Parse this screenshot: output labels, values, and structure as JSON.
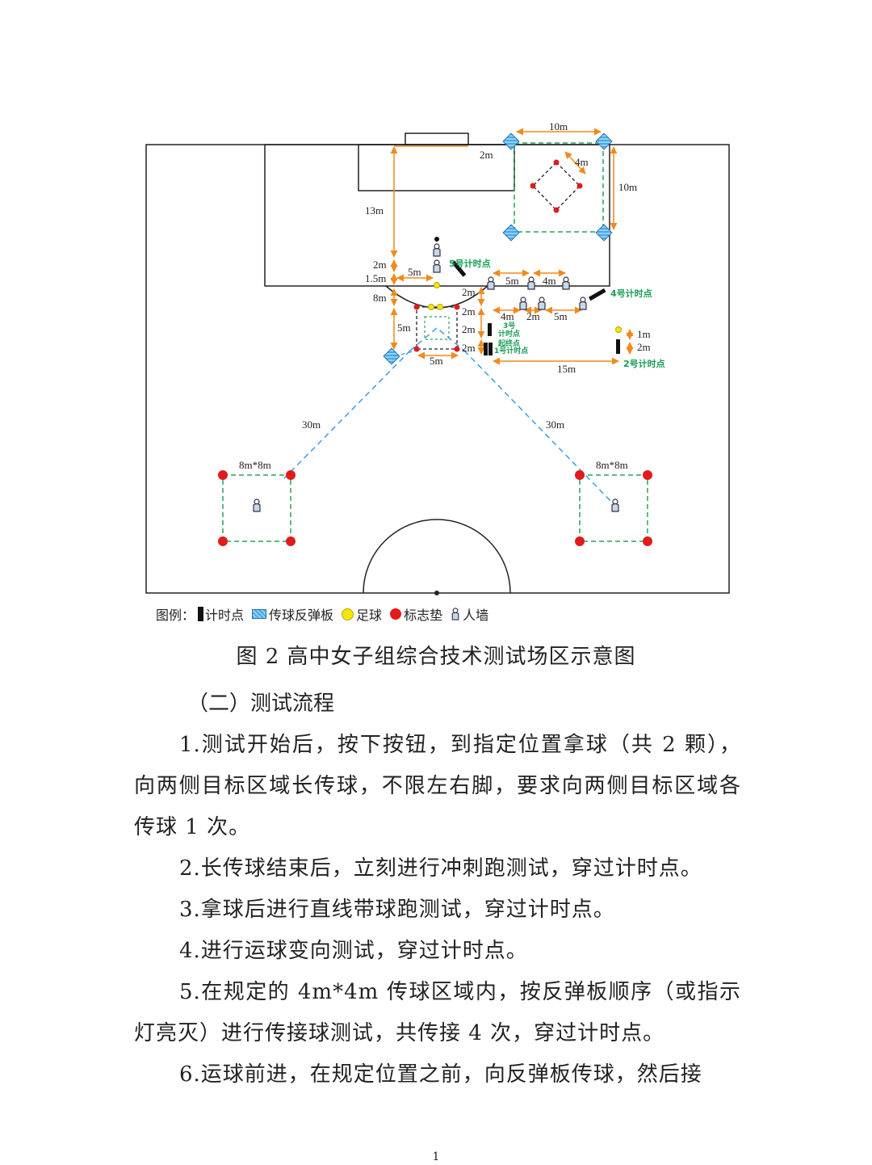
{
  "diagram": {
    "labels": {
      "d10m_top": "10m",
      "d10m_right": "10m",
      "d4m_diamond": "4m",
      "d2m_top": "2m",
      "d13m": "13m",
      "d2m_left": "2m",
      "d1_5m": "1.5m",
      "d5m_left": "5m",
      "d8m": "8m",
      "d5m_vert": "5m",
      "d5m_bottom": "5m",
      "d2m_a": "2m",
      "d2m_b": "2m",
      "d2m_c": "2m",
      "d2m_d": "2m",
      "d5m_row1": "5m",
      "d4m_row1": "4m",
      "d4m_row2": "4m",
      "d2m_row2": "2m",
      "d5m_row2": "5m",
      "d15m": "15m",
      "d1m_right": "1m",
      "d2m_right": "2m",
      "d30m_left": "30m",
      "d30m_right": "30m",
      "d8x8_left": "8m*8m",
      "d8x8_right": "8m*8m"
    },
    "timing_labels": {
      "t5": "5号计时点",
      "t4": "4号计时点",
      "t3_a": "3号",
      "t3_b": "计时点",
      "start": "起终点",
      "t1": "1号计时点",
      "t2": "2号计时点"
    }
  },
  "legend": {
    "prefix": "图例：",
    "items": [
      "计时点",
      "传球反弹板",
      "足球",
      "标志垫",
      "人墙"
    ]
  },
  "caption": "图 2  高中女子组综合技术测试场区示意图",
  "heading": "（二）测试流程",
  "paragraphs": [
    "1.测试开始后，按下按钮，到指定位置拿球（共 2 颗），向两侧目标区域长传球，不限左右脚，要求向两侧目标区域各传球 1 次。",
    "2.长传球结束后，立刻进行冲刺跑测试，穿过计时点。",
    "3.拿球后进行直线带球跑测试，穿过计时点。",
    "4.进行运球变向测试，穿过计时点。",
    "5.在规定的 4m*4m 传球区域内，按反弹板顺序（或指示灯亮灭）进行传接球测试，共传接 4 次，穿过计时点。",
    "6.运球前进，在规定位置之前，向反弹板传球，然后接"
  ],
  "page_number": "1",
  "colors": {
    "orange": "#f08a1c",
    "green_dash": "#2aa05a",
    "blue_dash": "#3a9ee0",
    "red_mat": "#e11b1b",
    "yellow_ball": "#f5e60a",
    "board_blue": "#4aa8e8"
  }
}
